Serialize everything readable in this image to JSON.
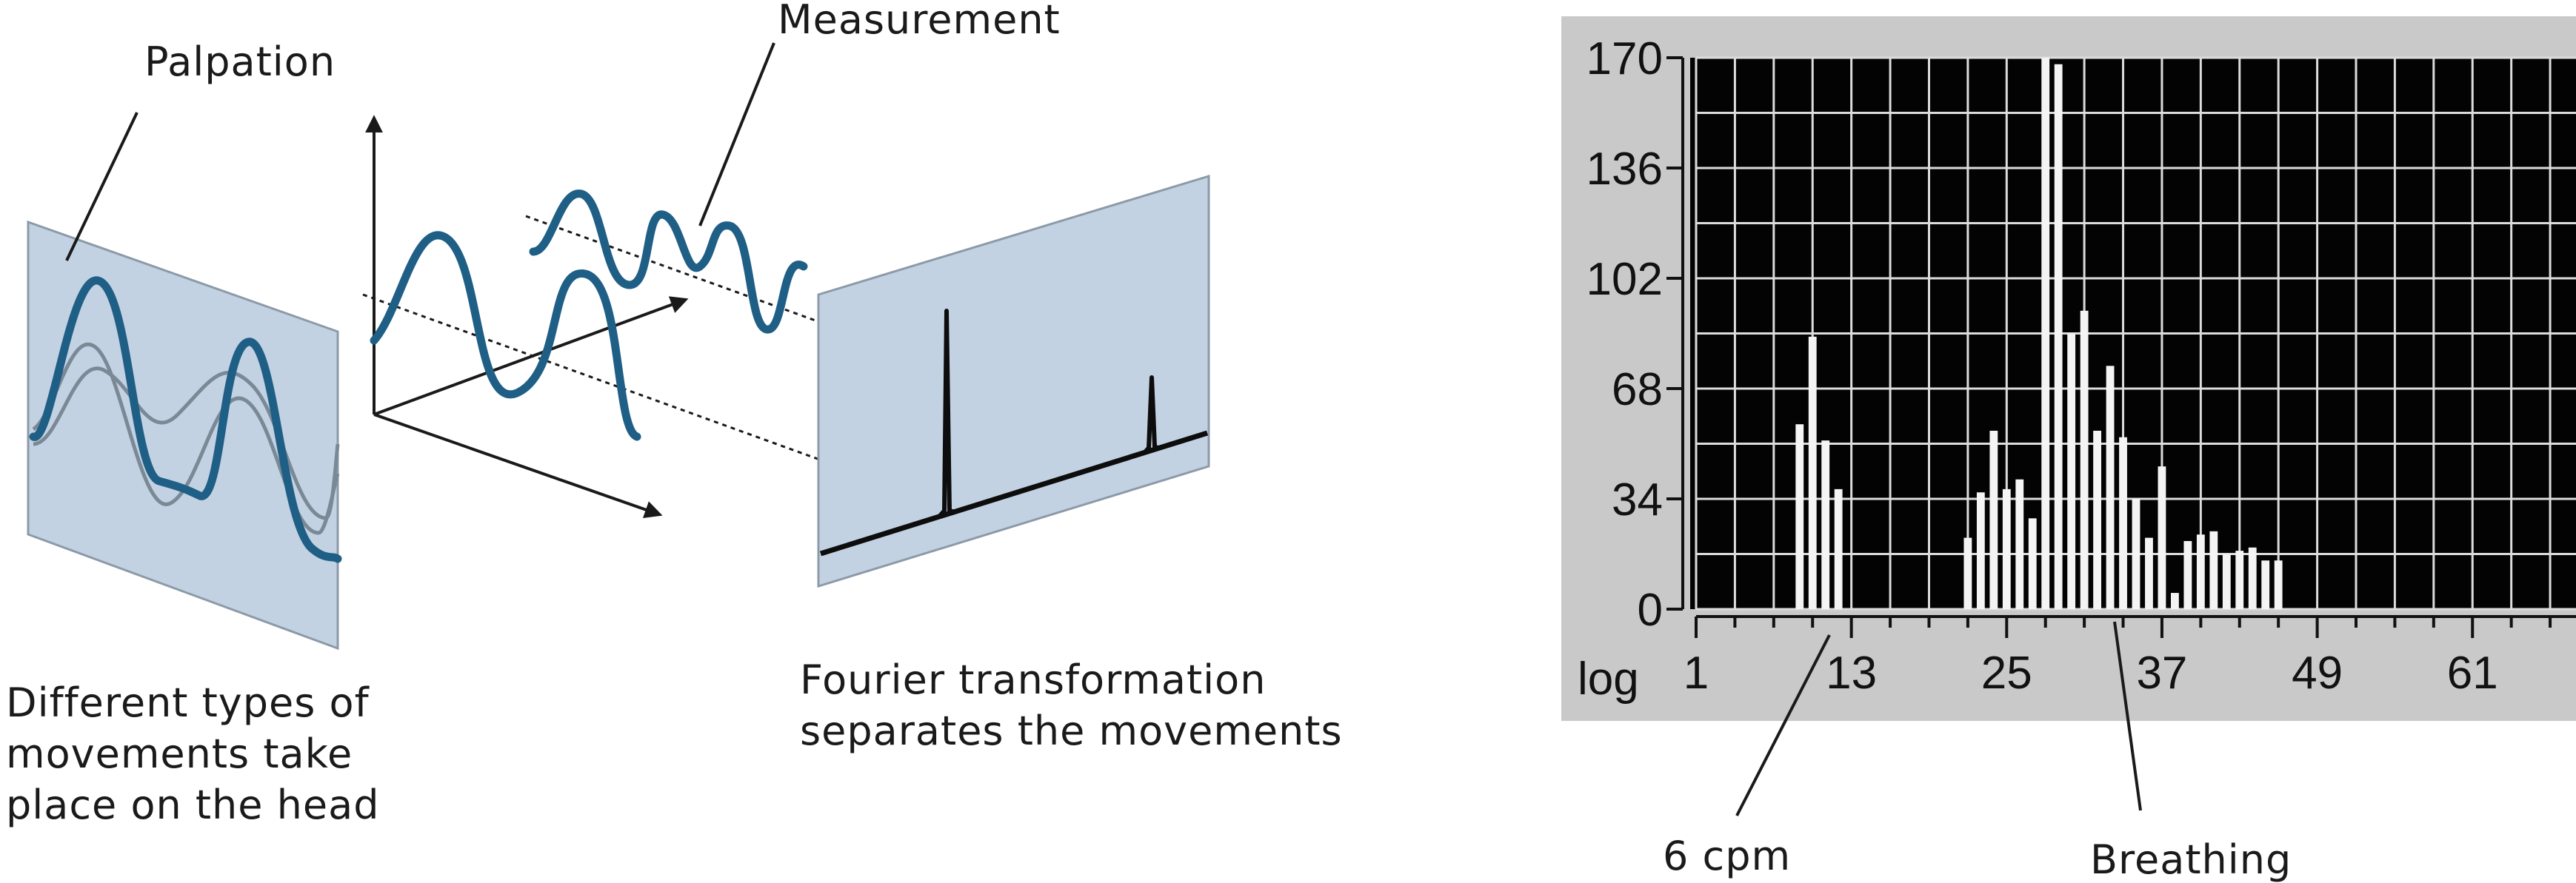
{
  "labels": {
    "palpation": "Palpation",
    "measurement": "Measurement",
    "movements": [
      "Different types of",
      "movements take",
      "place on the head"
    ],
    "fourier": [
      "Fourier transformation",
      "separates the movements"
    ],
    "six_cpm": "6 cpm",
    "breathing": "Breathing"
  },
  "colors": {
    "wave": "#1f5f86",
    "wave_light": "#7a8995",
    "panel": "#c3d2e2",
    "plot_bg": "#030303",
    "frame": "#c9c9c9",
    "bar": "#f4f4f4",
    "grid": "#dcdcdc"
  },
  "chart_data": {
    "type": "bar",
    "ylabel": "log",
    "yticks": [
      "0",
      "34",
      "68",
      "102",
      "136",
      "170"
    ],
    "xticks": [
      "1",
      "13",
      "25",
      "37",
      "49",
      "61"
    ],
    "xlim": [
      1,
      69
    ],
    "ylim": [
      0,
      170
    ],
    "grid": true,
    "x": [
      9,
      10,
      11,
      12,
      22,
      23,
      24,
      25,
      26,
      27,
      28,
      29,
      30,
      31,
      32,
      33,
      34,
      35,
      36,
      37,
      38,
      39,
      40,
      41,
      42,
      43,
      44,
      45,
      46
    ],
    "values": [
      57,
      84,
      52,
      37,
      22,
      36,
      55,
      37,
      40,
      28,
      170,
      168,
      85,
      92,
      55,
      75,
      53,
      34,
      22,
      44,
      5,
      21,
      23,
      24,
      17,
      18,
      19,
      15,
      15
    ]
  }
}
